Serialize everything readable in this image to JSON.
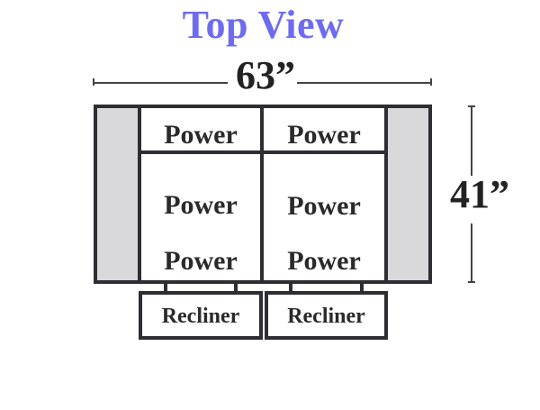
{
  "title": "Top View",
  "width_label": "63”",
  "depth_label": "41”",
  "back_row": [
    "Power",
    "Power"
  ],
  "seat_row_upper": [
    "Power",
    "Power"
  ],
  "seat_row_lower": [
    "Power",
    "Power"
  ],
  "footrests": [
    "Recliner",
    "Recliner"
  ],
  "colors": {
    "title": "#6d6cf0",
    "outline": "#2d2d33",
    "arm_fill": "#d9d9db"
  }
}
